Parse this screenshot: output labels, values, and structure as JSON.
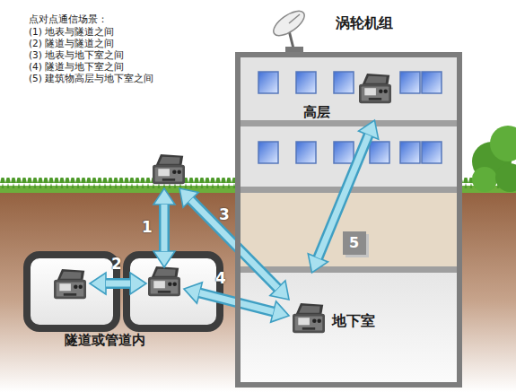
{
  "diagram": {
    "title": "点对点通信场景：",
    "nodes": [
      {
        "text": [
          "涡轮机组"
        ]
      },
      {
        "text": [
          "高层"
        ],
        "in": 0
      },
      {
        "text": [
          "5"
        ],
        "in": 0
      },
      {
        "text": [
          "地下室"
        ],
        "in": 0
      }
    ],
    "edges": [
      {
        "from": 3,
        "to": 1,
        "arrow": "both"
      }
    ],
    "labels": [
      "(1) 地表与隧道之间",
      "(2) 隧道与隧道之间",
      "(3) 地表与地下室之间",
      "(4) 隧道与地下室之间",
      "(5) 建筑物高层与地下室之间",
      "1",
      "2",
      "3",
      "4",
      "隧道或管道内"
    ]
  }
}
